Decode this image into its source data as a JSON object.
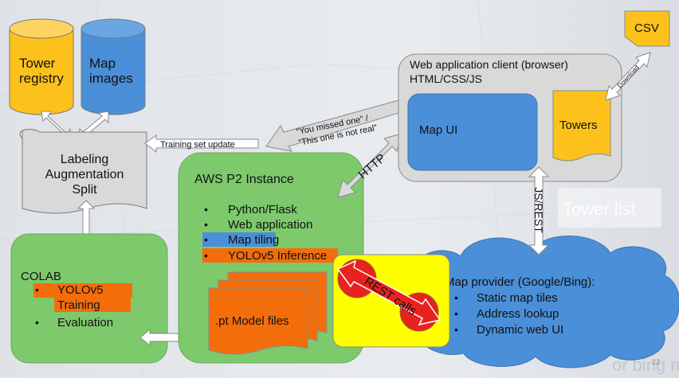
{
  "tower_registry": {
    "line1": "Tower",
    "line2": "registry"
  },
  "map_images": {
    "line1": "Map",
    "line2": "images"
  },
  "labeling": {
    "line1": "Labeling",
    "line2": "Augmentation",
    "line3": "Split"
  },
  "training_update": "Training set update",
  "feedback": {
    "line1": "“You missed one” /",
    "line2": "“This one is not real”"
  },
  "client": {
    "title1": "Web application client (browser)",
    "title2": "HTML/CSS/JS",
    "map_ui": "Map UI",
    "towers": "Towers"
  },
  "csv": "CSV",
  "download": "Download",
  "http": "HTTP",
  "jsrest": "JS/REST",
  "aws": {
    "title": "AWS P2 Instance",
    "items": [
      "Python/Flask",
      "Web application",
      "Map tiling",
      "YOLOv5 Inference"
    ]
  },
  "model_files": ".pt Model files",
  "colab": {
    "title": "COLAB",
    "item1_a": "YOLOv5",
    "item1_b": "Training",
    "item2": "Evaluation"
  },
  "rest_calls": "REST calls",
  "map_provider": {
    "title": "Map provider (Google/Bing):",
    "items": [
      "Static map tiles",
      "Address lookup",
      "Dynamic web UI"
    ]
  },
  "background_text": {
    "tower_list": "Tower list",
    "footer": "or bing ma"
  },
  "page_number": "22",
  "colors": {
    "green": "#7dc96c",
    "blue": "#4a8fd8",
    "yellow": "#fcc21b",
    "orange": "#f46d0b",
    "grey": "#d9d9d9",
    "red": "#e8231f",
    "bright_yellow": "#ffff00"
  }
}
